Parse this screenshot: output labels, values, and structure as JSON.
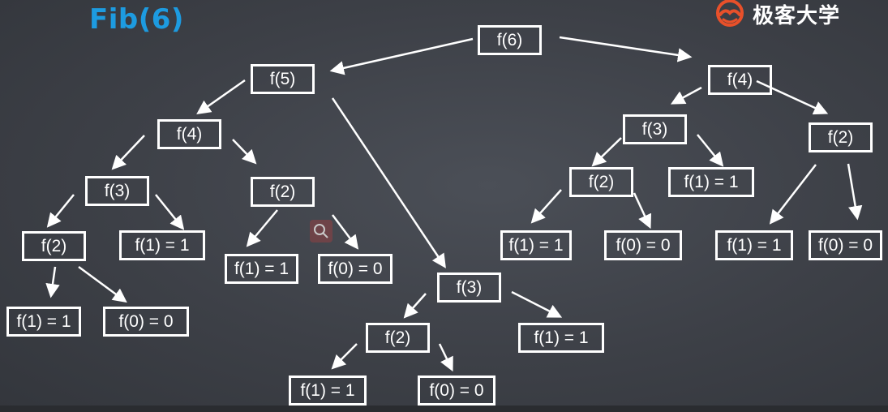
{
  "title": "Fib(6)",
  "brand": {
    "text": "极客大学",
    "logo_icon": "geek-logo-icon",
    "logo_color": "#e8502a"
  },
  "colors": {
    "title": "#1d9be0",
    "node": "#ffffff",
    "background": "#3f4249"
  },
  "tree": [
    {
      "id": "r6",
      "label": "f(6)"
    },
    {
      "id": "a5",
      "label": "f(5)"
    },
    {
      "id": "a4",
      "label": "f(4)"
    },
    {
      "id": "a3",
      "label": "f(3)"
    },
    {
      "id": "a2",
      "label": "f(2)"
    },
    {
      "id": "a11",
      "label": "f(1) = 1"
    },
    {
      "id": "a10",
      "label": "f(0) = 0"
    },
    {
      "id": "a3b1",
      "label": "f(1) = 1"
    },
    {
      "id": "a2b",
      "label": "f(2)"
    },
    {
      "id": "a2b1",
      "label": "f(1) = 1"
    },
    {
      "id": "a2b0",
      "label": "f(0) = 0"
    },
    {
      "id": "b3",
      "label": "f(3)"
    },
    {
      "id": "b2",
      "label": "f(2)"
    },
    {
      "id": "b21",
      "label": "f(1) = 1"
    },
    {
      "id": "b20",
      "label": "f(0) = 0"
    },
    {
      "id": "b31",
      "label": "f(1) = 1"
    },
    {
      "id": "c4",
      "label": "f(4)"
    },
    {
      "id": "c3",
      "label": "f(3)"
    },
    {
      "id": "c2",
      "label": "f(2)"
    },
    {
      "id": "c21",
      "label": "f(1) = 1"
    },
    {
      "id": "c20",
      "label": "f(0) = 0"
    },
    {
      "id": "c31",
      "label": "f(1) = 1"
    },
    {
      "id": "d2",
      "label": "f(2)"
    },
    {
      "id": "d21",
      "label": "f(1) = 1"
    },
    {
      "id": "d20",
      "label": "f(0) = 0"
    }
  ]
}
